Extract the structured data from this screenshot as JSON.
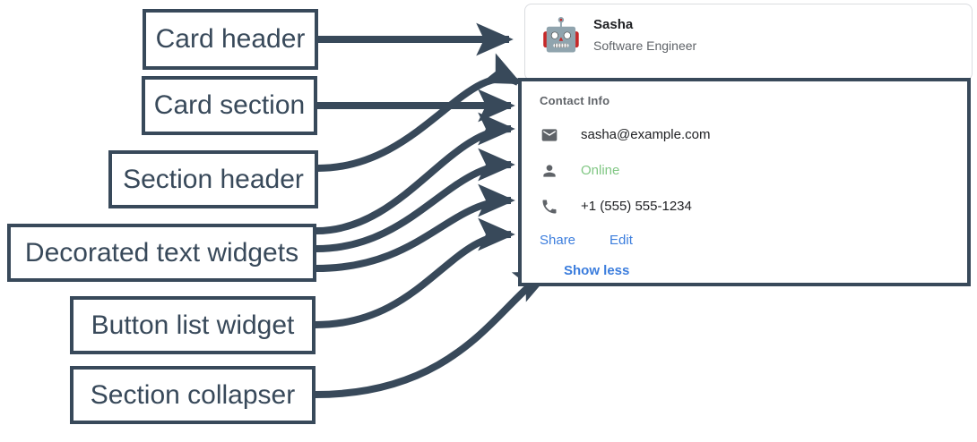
{
  "annotations": [
    {
      "id": "card-header",
      "label": "Card header"
    },
    {
      "id": "card-section",
      "label": "Card section"
    },
    {
      "id": "section-header",
      "label": "Section header"
    },
    {
      "id": "decorated-text",
      "label": "Decorated text widgets"
    },
    {
      "id": "button-list",
      "label": "Button list widget"
    },
    {
      "id": "section-collapser",
      "label": "Section collapser"
    }
  ],
  "card": {
    "header": {
      "avatar_icon": "robot-avatar-icon",
      "avatar_glyph": "🤖",
      "title": "Sasha",
      "subtitle": "Software Engineer"
    },
    "section": {
      "header": "Contact Info",
      "rows": [
        {
          "icon": "email-icon",
          "text": "sasha@example.com",
          "state": "normal"
        },
        {
          "icon": "person-icon",
          "text": "Online",
          "state": "online"
        },
        {
          "icon": "phone-icon",
          "text": "+1 (555) 555-1234",
          "state": "normal"
        }
      ],
      "buttons": [
        {
          "label": "Share"
        },
        {
          "label": "Edit"
        }
      ],
      "collapser": {
        "label": "Show less"
      }
    }
  },
  "colors": {
    "annotation_stroke": "#38495a",
    "link_blue": "#3b7ddd",
    "status_green": "#81c784",
    "muted_text": "#5f6368",
    "primary_text": "#202124",
    "card_border": "#dadce0"
  }
}
